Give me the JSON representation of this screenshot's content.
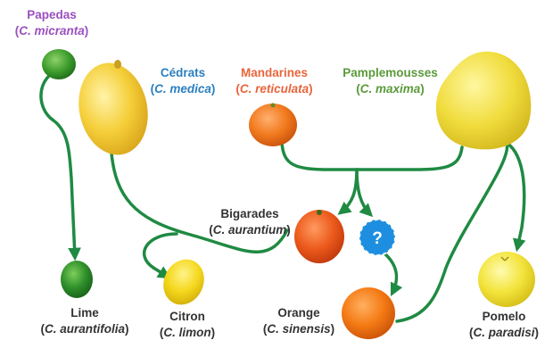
{
  "colors": {
    "arrow": "#1f8a42",
    "purple": "#9b4fc0",
    "blue": "#2a7fc0",
    "orange": "#e8653a",
    "green": "#5a9a3a",
    "dark": "#333333",
    "question_fill": "#1e8fe0"
  },
  "labels": {
    "papedas": {
      "name": "Papedas",
      "sci": "C. micranta"
    },
    "cedrats": {
      "name": "Cédrats",
      "sci": "C. medica"
    },
    "mandarines": {
      "name": "Mandarines",
      "sci": "C. reticulata"
    },
    "pamplemousses": {
      "name": "Pamplemousses",
      "sci": "C. maxima"
    },
    "bigarades": {
      "name": "Bigarades",
      "sci": "C. aurantium"
    },
    "lime": {
      "name": "Lime",
      "sci": "C. aurantifolia"
    },
    "citron": {
      "name": "Citron",
      "sci": "C. limon"
    },
    "orange": {
      "name": "Orange",
      "sci": "C. sinensis"
    },
    "pomelo": {
      "name": "Pomelo",
      "sci": "C. paradisi"
    }
  },
  "question_mark": "?",
  "icons": {
    "papeda_fruit": "small-green-citrus-icon",
    "cedrat_fruit": "large-yellow-citron-icon",
    "mandarine_fruit": "mandarin-icon",
    "pamplemousse_fruit": "large-pomelo-icon",
    "bigarade_fruit": "bitter-orange-icon",
    "lime_fruit": "lime-icon",
    "citron_fruit": "lemon-icon",
    "orange_fruit": "orange-icon",
    "pomelo_fruit": "grapefruit-icon"
  }
}
